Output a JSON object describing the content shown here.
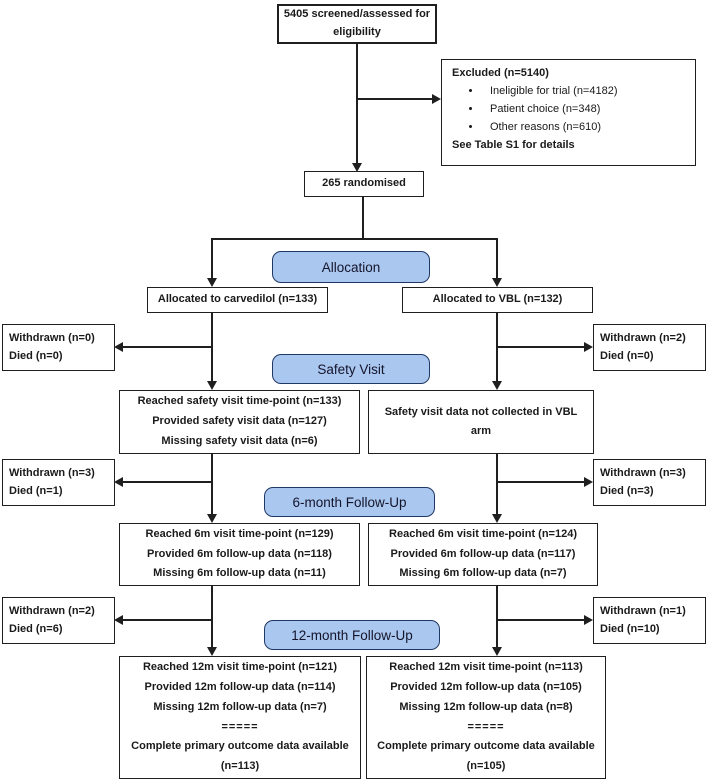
{
  "colors": {
    "stage_pill_fill": "#aac7ef",
    "stage_pill_border": "#203864",
    "box_border": "#1f1f1f"
  },
  "flow": {
    "screened": "5405 screened/assessed for eligibility",
    "excluded": {
      "title": "Excluded (n=5140)",
      "bullets": [
        "Ineligible for trial (n=4182)",
        "Patient choice (n=348)",
        "Other reasons (n=610)"
      ],
      "footer": "See Table S1 for details"
    },
    "randomised": "265 randomised",
    "stage_labels": {
      "allocation": "Allocation",
      "safety": "Safety Visit",
      "m6": "6-month Follow-Up",
      "m12": "12-month Follow-Up"
    },
    "carvedilol": {
      "allocated": "Allocated to carvedilol (n=133)",
      "withdrawn1": {
        "line1": "Withdrawn (n=0)",
        "line2": "Died (n=0)"
      },
      "safety": [
        "Reached safety visit time-point (n=133)",
        "Provided safety visit data (n=127)",
        "Missing safety visit data (n=6)"
      ],
      "withdrawn2": {
        "line1": "Withdrawn (n=3)",
        "line2": "Died (n=1)"
      },
      "m6": [
        "Reached 6m visit time-point (n=129)",
        "Provided 6m follow-up data (n=118)",
        "Missing 6m follow-up data (n=11)"
      ],
      "withdrawn3": {
        "line1": "Withdrawn (n=2)",
        "line2": "Died (n=6)"
      },
      "m12": [
        "Reached 12m visit time-point (n=121)",
        "Provided 12m follow-up data (n=114)",
        "Missing 12m follow-up data (n=7)"
      ],
      "m12_separator": "=====",
      "m12_outcome": "Complete primary outcome data available",
      "m12_outcome_n": "(n=113)"
    },
    "vbl": {
      "allocated": "Allocated to VBL (n=132)",
      "withdrawn1": {
        "line1": "Withdrawn (n=2)",
        "line2": "Died (n=0)"
      },
      "safety_line1": "Safety visit data not collected in VBL",
      "safety_line2": "arm",
      "withdrawn2": {
        "line1": "Withdrawn (n=3)",
        "line2": "Died (n=3)"
      },
      "m6": [
        "Reached 6m visit time-point (n=124)",
        "Provided 6m follow-up data (n=117)",
        "Missing 6m follow-up data (n=7)"
      ],
      "withdrawn3": {
        "line1": "Withdrawn (n=1)",
        "line2": "Died (n=10)"
      },
      "m12": [
        "Reached 12m visit time-point (n=113)",
        "Provided 12m follow-up data (n=105)",
        "Missing 12m follow-up data (n=8)"
      ],
      "m12_separator": "=====",
      "m12_outcome": "Complete primary outcome data available",
      "m12_outcome_n": "(n=105)"
    }
  }
}
